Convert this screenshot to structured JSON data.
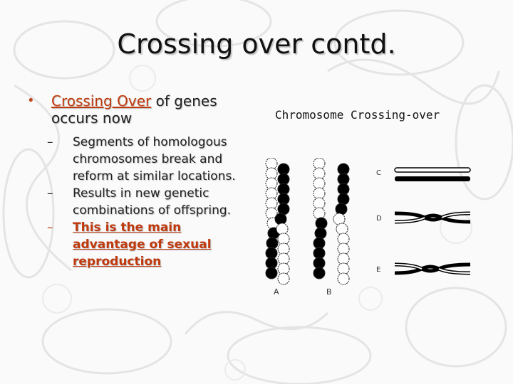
{
  "slide": {
    "title": "Crossing over contd.",
    "bullet": {
      "marker": "•",
      "term": "Crossing Over",
      "text_line1": " of genes",
      "text_line2": "occurs now"
    },
    "sub_bullets": [
      {
        "marker": "–",
        "text": "Segments of homologous chromosomes break and reform at similar locations."
      },
      {
        "marker": "–",
        "text": "Results in new genetic combinations of offspring."
      },
      {
        "marker": "–",
        "text": "This is the main advantage of sexual reproduction"
      }
    ]
  },
  "figure": {
    "title": "Chromosome Crossing-over",
    "labels": {
      "A": "A",
      "B": "B",
      "C": "C",
      "D": "D",
      "E": "E"
    }
  },
  "colors": {
    "accent_red": "#c0390d",
    "title_shadow": "#c8c8c8"
  }
}
